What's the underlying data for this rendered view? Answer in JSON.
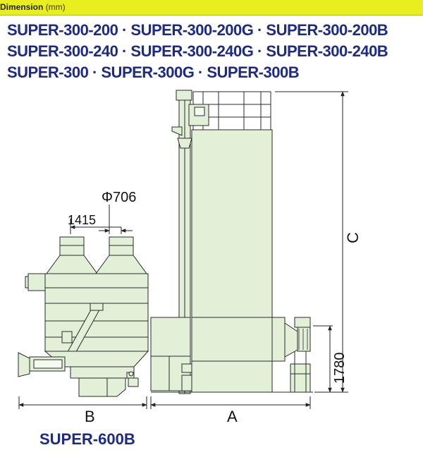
{
  "header": {
    "title": "Dimension",
    "unit": "(mm)",
    "accent_color": "#e9ef1f"
  },
  "models": [
    "SUPER-300-200 · SUPER-300-200G · SUPER-300-200B",
    "SUPER-300-240 · SUPER-300-240G · SUPER-300-240B",
    "SUPER-300 · SUPER-300G · SUPER-300B"
  ],
  "model_text_color": "#1d2b86",
  "dimensions": {
    "pitch": "1415",
    "diameter": "Φ706",
    "left_width": "B",
    "right_width": "A",
    "total_height": "C",
    "duct_height": "1780"
  },
  "caption": "SUPER-600B",
  "machine_fill_color": "#e2f0d8",
  "outline_color": "#2a2a2a"
}
